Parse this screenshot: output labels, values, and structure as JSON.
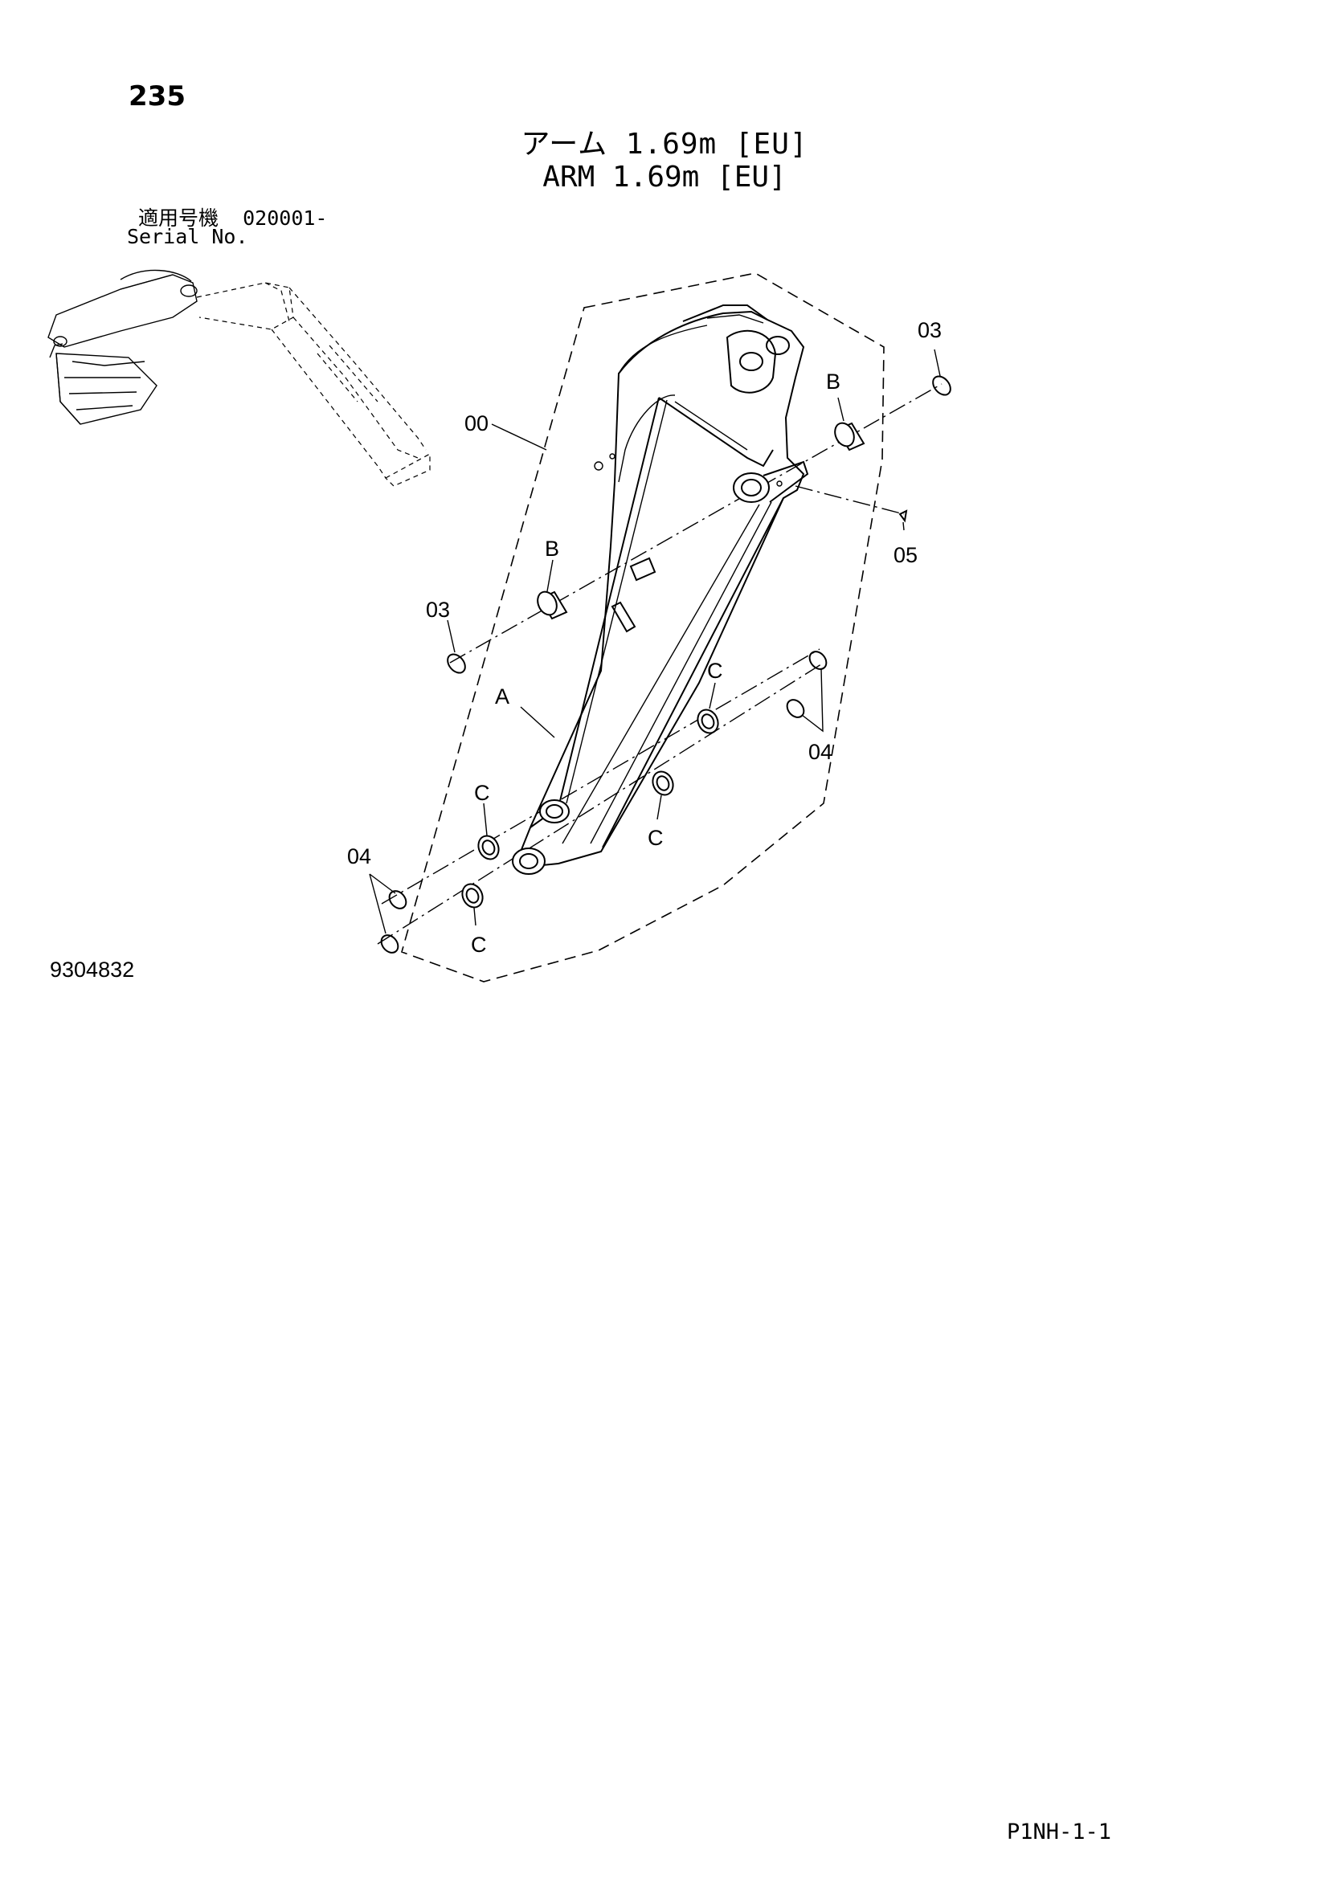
{
  "page_number": "235",
  "title_jp": "アーム 1.69m [EU]",
  "title_en": "ARM 1.69m [EU]",
  "serial": {
    "label_jp": "適用号機",
    "number": "020001-",
    "label_en": "Serial No."
  },
  "callouts": {
    "c00": "00",
    "c03_right": "03",
    "c03_left": "03",
    "c05": "05",
    "c04_right": "04",
    "c04_left": "04",
    "cA": "A",
    "cB_top": "B",
    "cB_left": "B",
    "cC_1": "C",
    "cC_2": "C",
    "cC_3": "C",
    "cC_4": "C"
  },
  "drawing_id": "9304832",
  "sheet_code": "P1NH-1-1"
}
